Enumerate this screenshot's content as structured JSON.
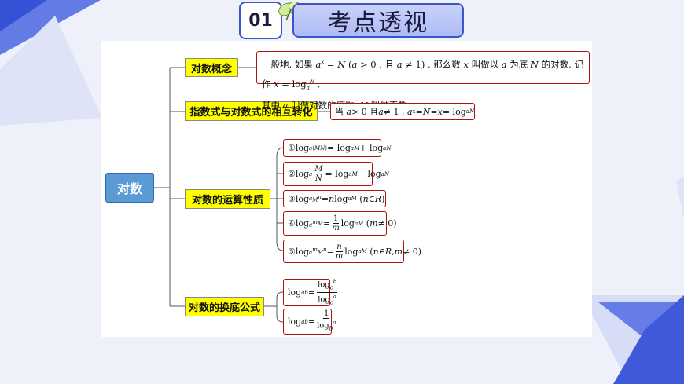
{
  "header": {
    "number": "01",
    "title": "考点透视"
  },
  "colors": {
    "accent_blue": "#3b56c8",
    "title_fill": "#bcc6f8",
    "topic_fill": "#ffff00",
    "leaf_border": "#b01010",
    "root_fill": "#5b9bd5"
  },
  "mindmap": {
    "root": "对数",
    "branches": [
      {
        "label": "对数概念",
        "items": [
          {
            "line1": "一般地, 如果 a^x = N (a > 0 , 且 a ≠ 1) , 那么数 x 叫做以 a 为底 N 的对数, 记作 x = log_a^N ,",
            "line2": "其中 a 叫做对数的底数, N 叫做真数."
          }
        ]
      },
      {
        "label": "指数式与对数式的相互转化",
        "items": [
          {
            "text": "当 a > 0 且 a ≠ 1 ,  a^x = N ⇔ x = log_a^N"
          }
        ]
      },
      {
        "label": "对数的运算性质",
        "items": [
          {
            "text": "①log_a^(MN) = log_a^M + log_a^N"
          },
          {
            "text": "②log_a^(M/N) = log_a^M − log_a^N"
          },
          {
            "text": "③log_a^(M^n) = n log_a^M (n ∈ R)"
          },
          {
            "text": "④log_(a^m)^M = (1/m) log_a^M (m ≠ 0)"
          },
          {
            "text": "⑤log_(a^m)^(M^n) = (n/m) log_a^M (n ∈ R, m ≠ 0)"
          }
        ]
      },
      {
        "label": "对数的换底公式",
        "items": [
          {
            "text": "log_a^b = log_c^b / log_c^a"
          },
          {
            "text": "log_a^b = 1 / log_b^a"
          }
        ]
      }
    ]
  }
}
